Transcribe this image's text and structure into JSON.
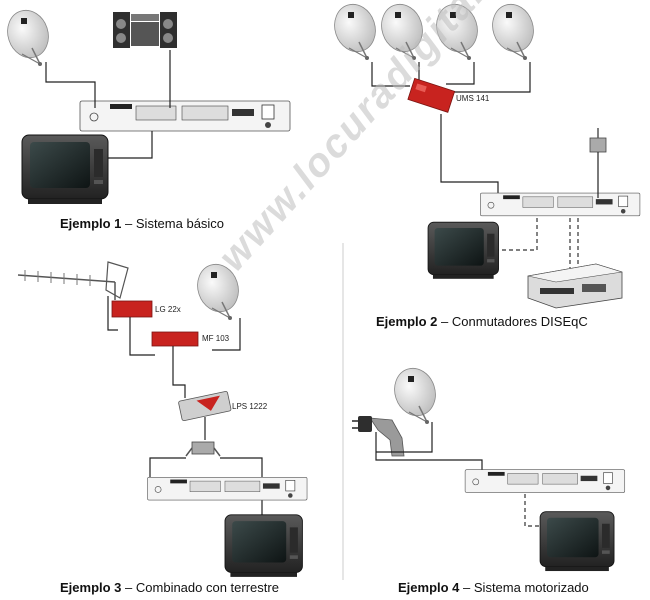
{
  "examples": [
    {
      "bold": "Ejemplo 1",
      "sep": " – ",
      "text": "Sistema básico"
    },
    {
      "bold": "Ejemplo 2",
      "sep": " – ",
      "text": "Conmutadores DISEqC"
    },
    {
      "bold": "Ejemplo 3",
      "sep": " – ",
      "text": "Combinado con terrestre"
    },
    {
      "bold": "Ejemplo 4",
      "sep": " – ",
      "text": "Sistema motorizado"
    }
  ],
  "devices": {
    "ums": "UMS 141",
    "lg": "LG 22x",
    "mf": "MF 103",
    "lps": "LPS 1222"
  },
  "watermark": "www.locuradigital.com",
  "colors": {
    "device_red": "#c8231f",
    "line": "#222222",
    "tv_body": "#3a3a3a",
    "dish": "#e4e4e4"
  }
}
